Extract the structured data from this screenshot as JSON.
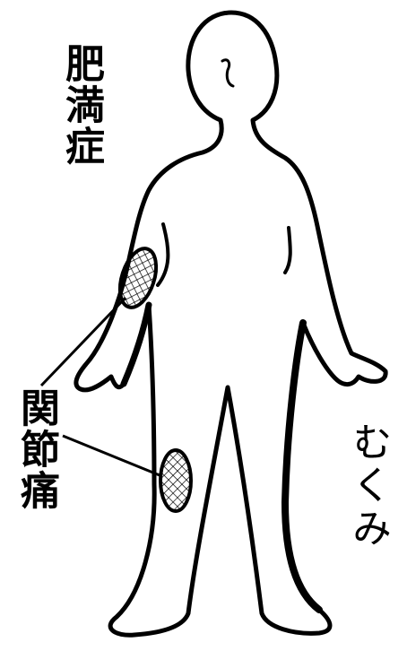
{
  "labels": {
    "obesity": "肥満症",
    "joint_pain": "関節痛",
    "edema": "むくみ"
  },
  "colors": {
    "ink": "#000000",
    "paper": "#ffffff"
  },
  "marked_areas": [
    "elbow",
    "knee"
  ]
}
